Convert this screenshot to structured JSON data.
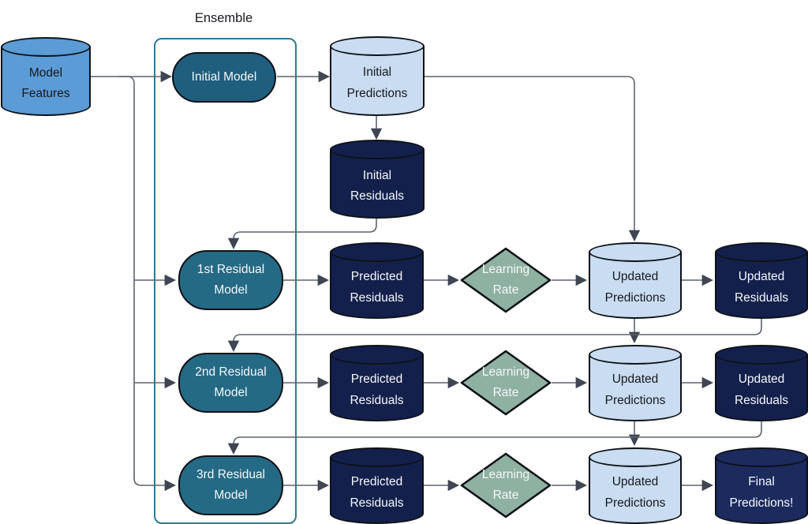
{
  "ensemble": {
    "title": "Ensemble"
  },
  "nodes": {
    "model_features": "Model\nFeatures",
    "initial_model": "Initial Model",
    "initial_predictions": "Initial\nPredictions",
    "initial_residuals": "Initial\nResiduals"
  },
  "rows": [
    {
      "model": "1st Residual\nModel",
      "predicted_residuals": "Predicted\nResiduals",
      "learning_rate": "Learning\nRate",
      "updated_predictions": "Updated\nPredictions",
      "output": "Updated\nResiduals"
    },
    {
      "model": "2nd Residual\nModel",
      "predicted_residuals": "Predicted\nResiduals",
      "learning_rate": "Learning\nRate",
      "updated_predictions": "Updated\nPredictions",
      "output": "Updated\nResiduals"
    },
    {
      "model": "3rd Residual\nModel",
      "predicted_residuals": "Predicted\nResiduals",
      "learning_rate": "Learning\nRate",
      "updated_predictions": "Updated\nPredictions",
      "output": "Final\nPredictions!"
    }
  ],
  "colors": {
    "bg": "#ffffff",
    "blue": "#5b9bd6",
    "light_blue": "#c9dcf1",
    "navy": "#14204c",
    "navy_bright": "#1d2a5e",
    "teal_dark": "#1f5e7d",
    "teal": "#256a84",
    "sage": "#8fb1a1",
    "ensemble_border": "#2a7b95",
    "line": "#5d6471",
    "arrow": "#3f4652",
    "stroke": "#0d1117",
    "text_dark": "#17191e",
    "text_light": "#f4f7f9"
  }
}
